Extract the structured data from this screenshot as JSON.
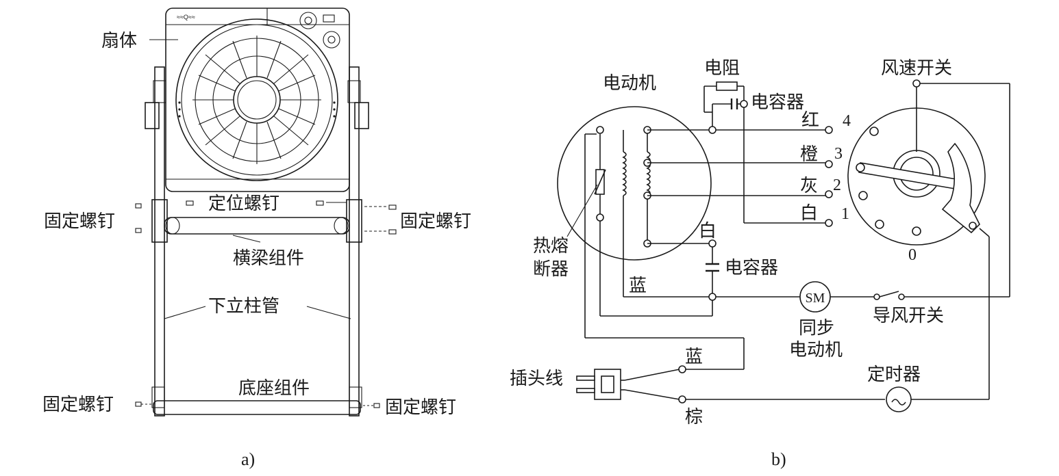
{
  "panel_a": {
    "labels": {
      "fan_body": "扇体",
      "positioning_screw": "定位螺钉",
      "fixing_screw_left_upper": "固定螺钉",
      "fixing_screw_right_upper": "固定螺钉",
      "crossbeam_assembly": "横梁组件",
      "lower_column_tube": "下立柱管",
      "base_assembly": "底座组件",
      "fixing_screw_left_lower": "固定螺钉",
      "fixing_screw_right_lower": "固定螺钉"
    },
    "caption": "a)"
  },
  "panel_b": {
    "labels": {
      "motor": "电动机",
      "resistor": "电阻",
      "capacitor_top": "电容器",
      "speed_switch": "风速开关",
      "red": "红",
      "orange": "橙",
      "gray": "灰",
      "white_right": "白",
      "white_lower": "白",
      "capacitor_mid": "电容器",
      "thermal_fuse_line1": "热熔",
      "thermal_fuse_line2": "断器",
      "blue_motor": "蓝",
      "sm": "SM",
      "sync_motor_line1": "同步",
      "sync_motor_line2": "电动机",
      "louver_switch": "导风开关",
      "plug_wire": "插头线",
      "blue_plug": "蓝",
      "brown_plug": "棕",
      "timer": "定时器",
      "pos_4": "4",
      "pos_3": "3",
      "pos_2": "2",
      "pos_1": "1",
      "pos_0": "0"
    },
    "caption": "b)"
  }
}
